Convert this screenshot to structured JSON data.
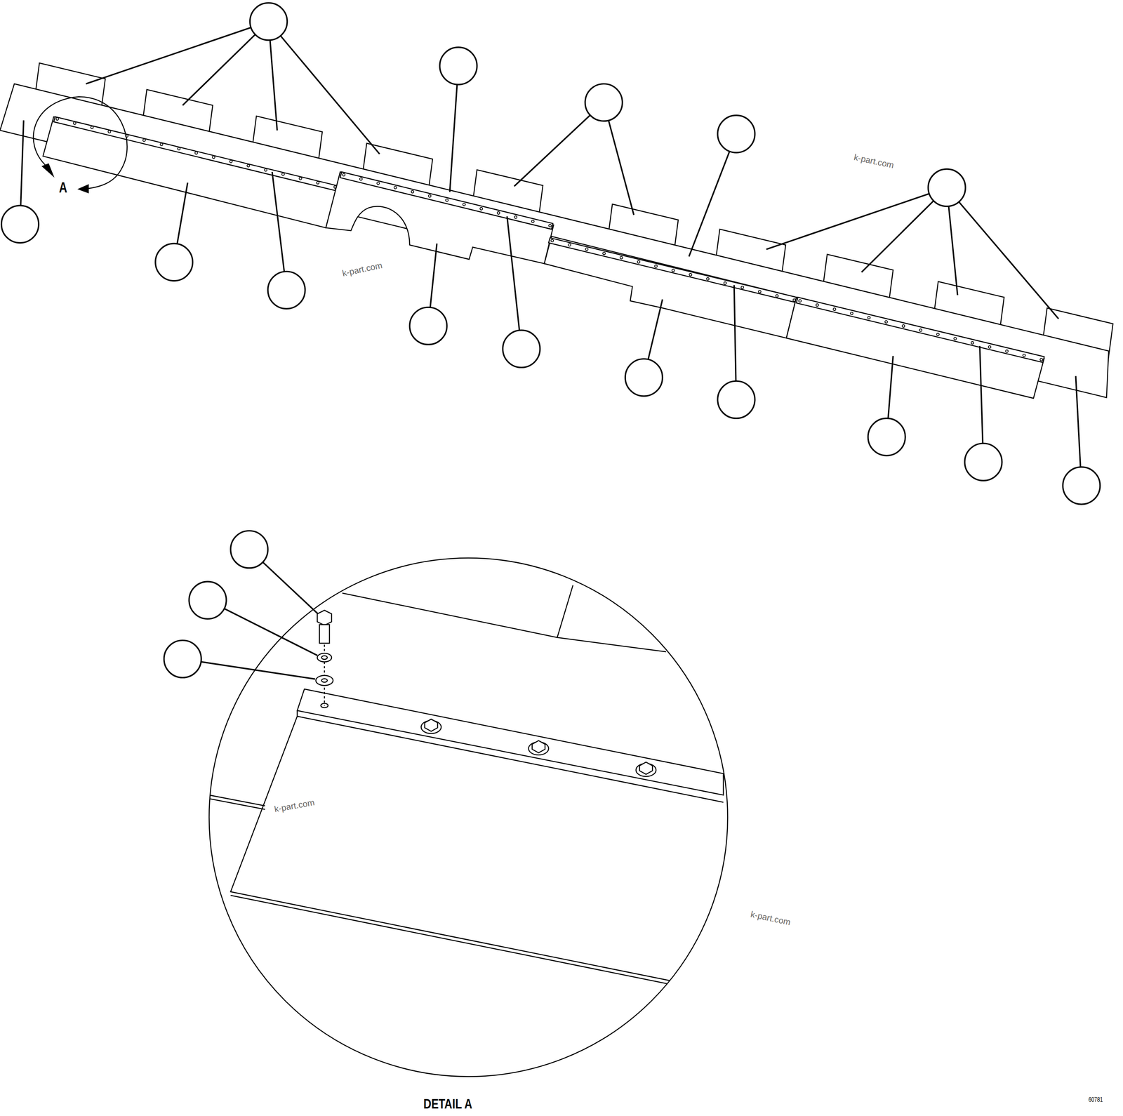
{
  "diagram": {
    "labels": [
      "A",
      "k-part.com",
      "k-part.com",
      "k-part.com",
      "k-part.com",
      "DETAIL A",
      "60781"
    ]
  }
}
